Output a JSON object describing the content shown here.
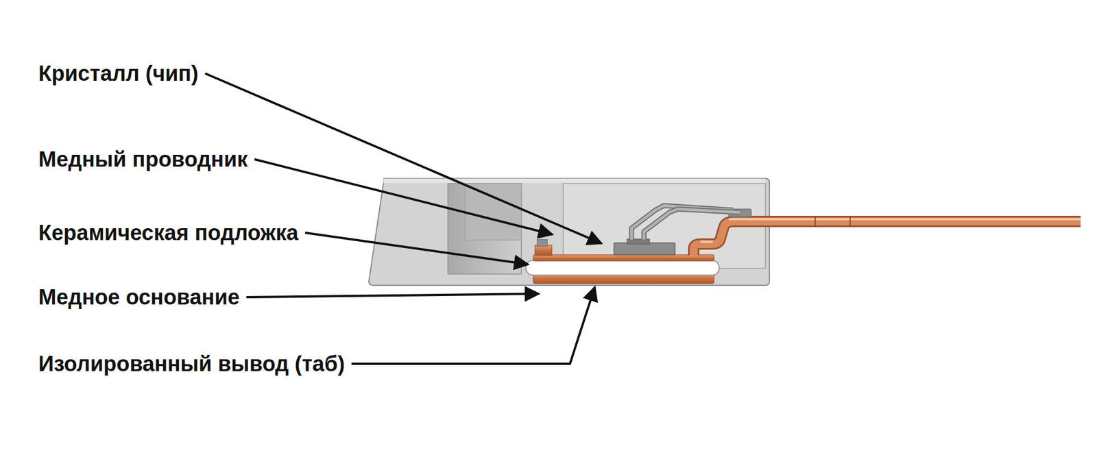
{
  "diagram": {
    "labels": [
      "Кристалл (чип)",
      "Медный проводник",
      "Керамическая подложка",
      "Медное основание",
      "Изолированный вывод (таб)"
    ]
  }
}
